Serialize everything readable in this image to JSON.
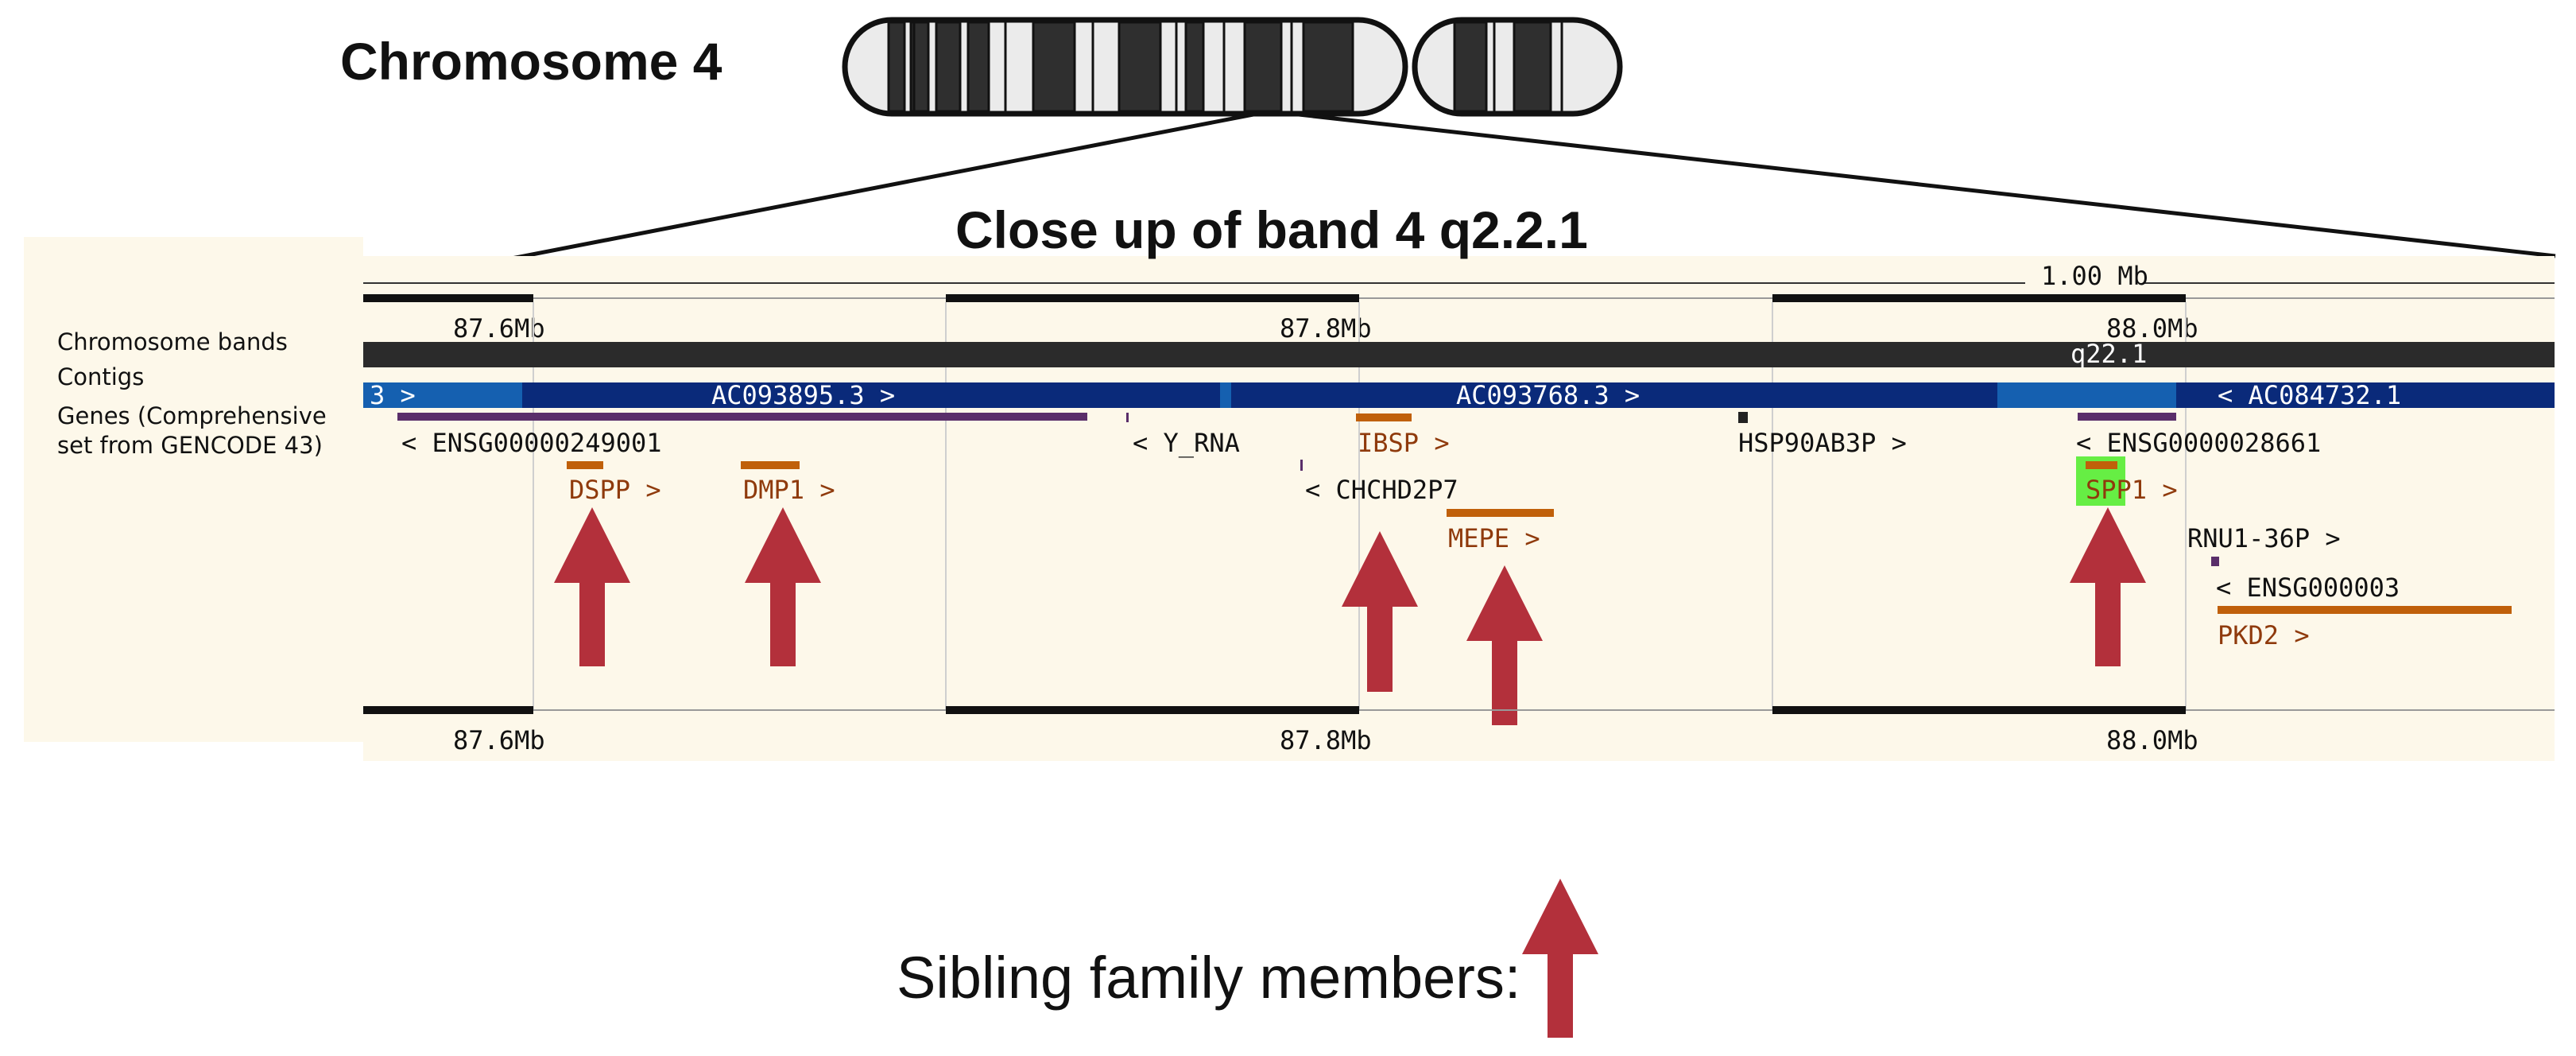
{
  "header": {
    "chromosome_title": "Chromosome 4",
    "closeup_title": "Close up of band 4 q2.2.1"
  },
  "browser": {
    "scale_label": "1.00 Mb",
    "top_ticks": [
      "87.6Mb",
      "87.8Mb",
      "88.0Mb"
    ],
    "bottom_ticks": [
      "87.6Mb",
      "87.8Mb",
      "88.0Mb"
    ],
    "band_label": "q22.1",
    "track_labels": {
      "bands": "Chromosome bands",
      "contigs": "Contigs",
      "genes_line1": "Genes (Comprehensive",
      "genes_line2": "set from GENCODE 43)"
    },
    "contigs": [
      "3 >",
      "AC093895.3 >",
      "AC093768.3 >",
      "< AC084732.1"
    ],
    "genes": {
      "ensg_249001": "< ENSG00000249001",
      "dspp": "DSPP >",
      "dmp1": "DMP1 >",
      "y_rna": "< Y_RNA",
      "ibsp": "IBSP >",
      "chchd2p7": "< CHCHD2P7",
      "mepe": "MEPE >",
      "hsp90ab3p": "HSP90AB3P >",
      "ensg_28661": "< ENSG0000028661",
      "spp1": "SPP1 >",
      "rnu1": "RNU1-36P >",
      "ensg_trunc": "< ENSG000003",
      "pkd2": "PKD2 >"
    }
  },
  "legend": {
    "caption": "Sibling family members:"
  },
  "colors": {
    "arrow": "#b3303b",
    "sibling_gene": "#c0600a",
    "sibling_text": "#8f3a0c",
    "highlight": "#66ee44",
    "contig_dark": "#0a2a7a",
    "contig_light": "#1560b0",
    "panel_bg": "#fdf8ea"
  }
}
